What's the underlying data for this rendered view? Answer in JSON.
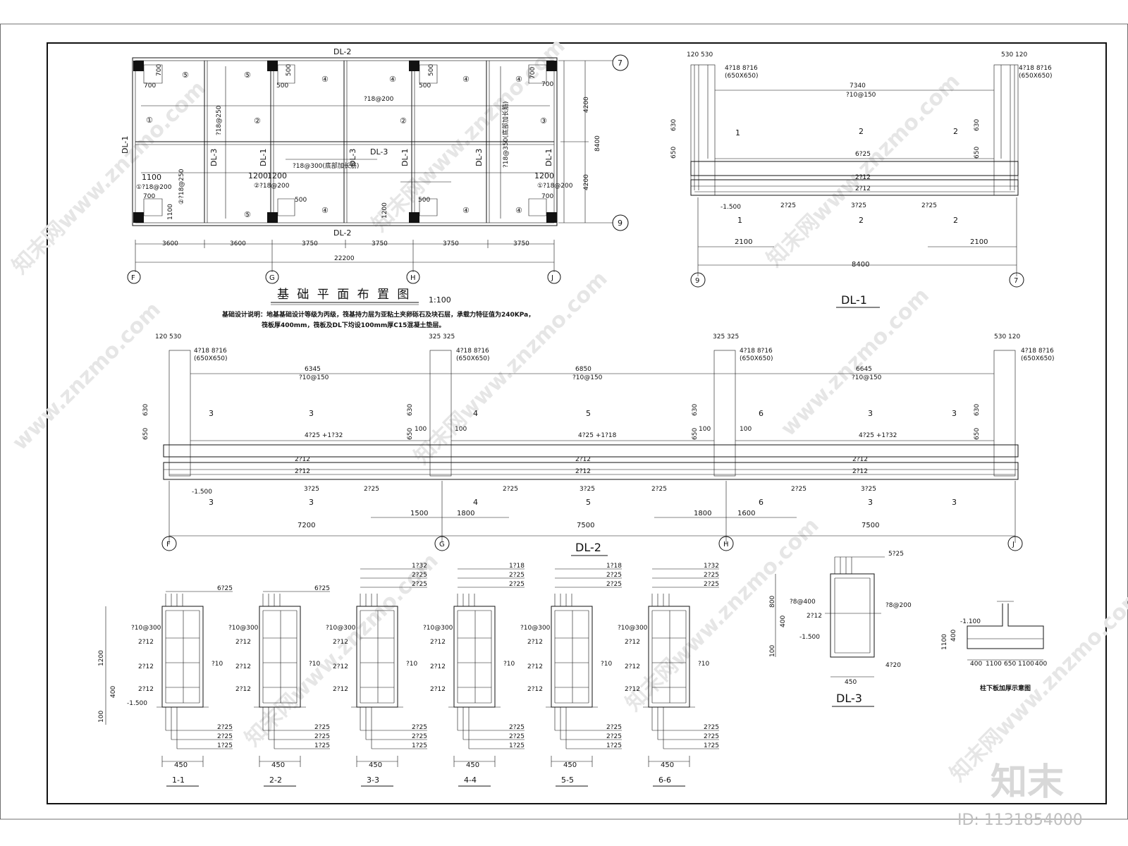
{
  "plan": {
    "title": "基 础 平 面 布 置 图",
    "scale": "1:100",
    "beam_top": "DL-2",
    "beam_bottom": "DL-2",
    "beam_left": "DL-1",
    "axis_labels": [
      "F",
      "G",
      "H",
      "J"
    ],
    "row_labels": [
      "7",
      "9"
    ],
    "bay_dims": [
      "3600",
      "3600",
      "3750",
      "3750",
      "3750",
      "3750"
    ],
    "total_dim": "22200",
    "side_dims": [
      "4200",
      "4200"
    ],
    "side_total": "8400",
    "rebar_200": "?18@200",
    "rebar_250": "?18@250",
    "rebar_300": "?18@300(底部加长筋)",
    "rebar_350": "?18@350(底部加长筋)",
    "dims_700": "700",
    "dims_500": "500",
    "dims_1100": "1100",
    "dims_1200": "1200",
    "tag_200": "①?18@200",
    "tag_200b": "②?18@200",
    "tag_250": "②?18@250",
    "dl3": "DL-3",
    "dl1": "DL-1",
    "circles": [
      "①",
      "②",
      "③",
      "④",
      "⑤"
    ]
  },
  "notes": {
    "line1": "基础设计说明：地基基础设计等级为丙级，筏基持力层为亚粘土夹卵砾石及块石层，承载力特征值为240KPa，",
    "line2": "筏板厚400mm，筏板及DL下均设100mm厚C15混凝土垫层。"
  },
  "dl1": {
    "title": "DL-1",
    "top_left": "120 530",
    "top_right": "530 120",
    "col_bars": "4?18   8?16",
    "col_size": "(650X650)",
    "span": "7340",
    "stirrup": "?10@150",
    "side_dims": [
      "630",
      "650"
    ],
    "mid_bar": "6?25",
    "waist_bar": "2?12",
    "elev": "-1.500",
    "bottom_bars": [
      "2?25",
      "3?25",
      "2?25"
    ],
    "sections": [
      "1",
      "2",
      "2"
    ],
    "dims_bottom": [
      "2100",
      "2100"
    ],
    "total": "8400",
    "axis": [
      "9",
      "7"
    ]
  },
  "dl2": {
    "title": "DL-2",
    "top_dims": [
      "120 530",
      "325 325",
      "325 325",
      "530 120"
    ],
    "col_bars": "4?18   8?16",
    "col_size": "(650X650)",
    "spans": [
      "6345",
      "6850",
      "6645"
    ],
    "stirrup": "?10@150",
    "mid_bars": [
      "4?25 +1?32",
      "4?25 +1?18",
      "4?25 +1?32"
    ],
    "waist_bar": "2?12",
    "side_dims": [
      "630",
      "650",
      "100"
    ],
    "elev": "-1.500",
    "bottom_bars": [
      "3?25",
      "2?25",
      "2?25",
      "3?25",
      "2?25",
      "2?25",
      "3?25"
    ],
    "sections": [
      "3",
      "3",
      "4",
      "5",
      "6",
      "3",
      "3"
    ],
    "sub_dims": [
      "1500",
      "1800",
      "1800",
      "1600"
    ],
    "totals": [
      "7200",
      "7500",
      "7500"
    ],
    "axis": [
      "F",
      "G",
      "H",
      "J"
    ]
  },
  "sections": [
    {
      "cap": "1-1",
      "top": [
        "6?25"
      ],
      "bot": [
        "2?25",
        "2?25",
        "1?25"
      ]
    },
    {
      "cap": "2-2",
      "top": [
        "6?25"
      ],
      "bot": [
        "2?25",
        "2?25",
        "1?25"
      ]
    },
    {
      "cap": "3-3",
      "top": [
        "1?32",
        "2?25",
        "2?25"
      ],
      "bot": [
        "2?25",
        "2?25",
        "1?25"
      ]
    },
    {
      "cap": "4-4",
      "top": [
        "1?18",
        "2?25",
        "2?25"
      ],
      "bot": [
        "2?25",
        "2?25",
        "1?25"
      ]
    },
    {
      "cap": "5-5",
      "top": [
        "1?18",
        "2?25",
        "2?25"
      ],
      "bot": [
        "2?25",
        "2?25",
        "1?25"
      ]
    },
    {
      "cap": "6-6",
      "top": [
        "1?32",
        "2?25",
        "2?25"
      ],
      "bot": [
        "2?25",
        "2?25",
        "1?25"
      ]
    }
  ],
  "section_common": {
    "stirrup": "?10@300",
    "waist": "2?12",
    "tie": "?10",
    "width": "450",
    "height": "1200",
    "h400": "400",
    "h100": "100",
    "elev": "-1.500"
  },
  "dl3": {
    "title": "DL-3",
    "top": "5?25",
    "stirrup_l": "?8@400",
    "stirrup_r": "?8@200",
    "waist": "2?12",
    "bottom": "4?20",
    "width": "450",
    "h800": "800",
    "h400": "400",
    "h100": "100",
    "elev": "-1.500"
  },
  "thick": {
    "title": "柱下板加厚示意图",
    "elev": "-1.100",
    "dims": [
      "400",
      "1100",
      "650",
      "1100",
      "400"
    ],
    "h1100": "1100",
    "h400": "400"
  },
  "watermark": {
    "text": "知末网www.znzmo.com",
    "text2": "www.znzmo.com",
    "logo": "知末",
    "id": "ID: 1131854000"
  }
}
